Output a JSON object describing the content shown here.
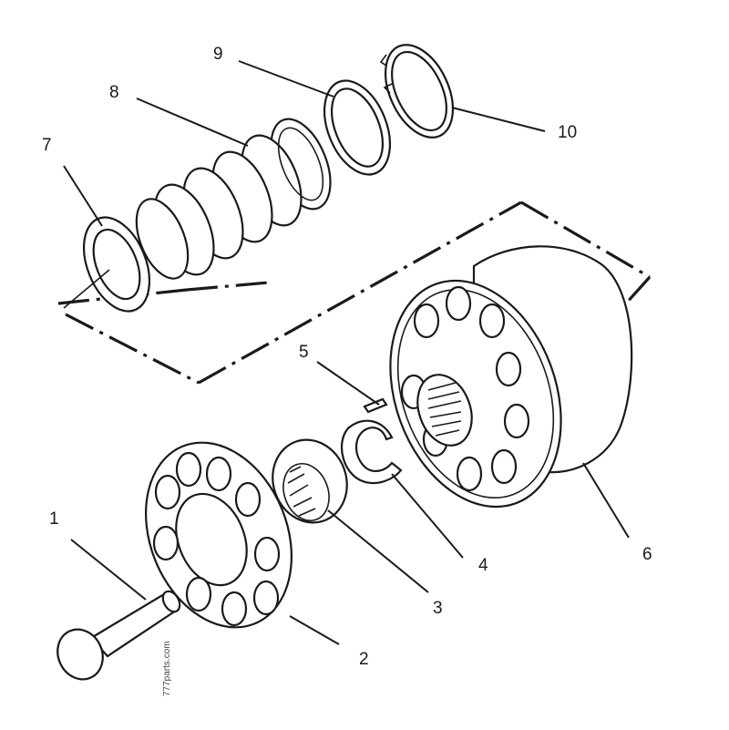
{
  "watermark": "777parts.com",
  "callouts": [
    "1",
    "2",
    "3",
    "4",
    "5",
    "6",
    "7",
    "8",
    "9",
    "10"
  ],
  "parts": [
    {
      "label": "1",
      "shape": "pin"
    },
    {
      "label": "2",
      "shape": "retainer-plate"
    },
    {
      "label": "3",
      "shape": "spherical-bushing"
    },
    {
      "label": "4",
      "shape": "split-collar"
    },
    {
      "label": "5",
      "shape": "key"
    },
    {
      "label": "6",
      "shape": "cylinder-block"
    },
    {
      "label": "7",
      "shape": "washer"
    },
    {
      "label": "8",
      "shape": "spring"
    },
    {
      "label": "9",
      "shape": "washer"
    },
    {
      "label": "10",
      "shape": "snap-ring"
    }
  ]
}
